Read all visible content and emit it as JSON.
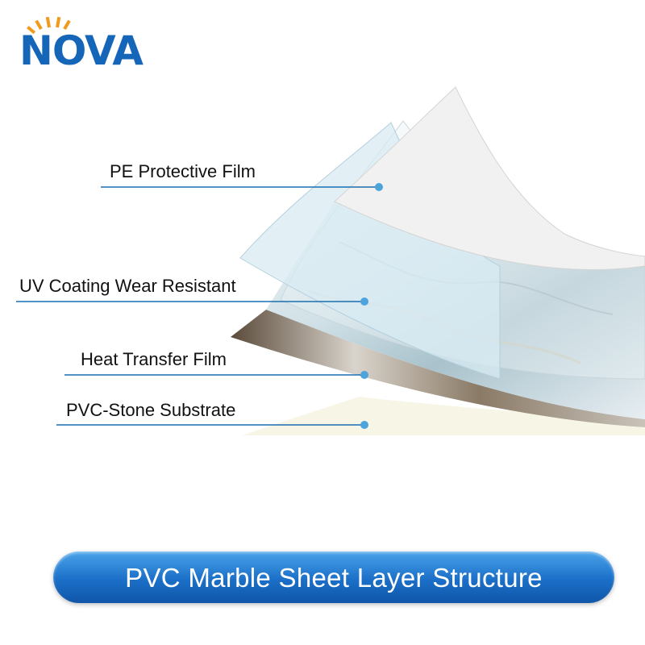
{
  "logo": {
    "wordmark": "NOVA",
    "icon": "sun-rays-icon"
  },
  "layers": [
    {
      "label": "PE Protective Film"
    },
    {
      "label": "UV Coating Wear Resistant"
    },
    {
      "label": "Heat Transfer Film"
    },
    {
      "label": "PVC-Stone Substrate"
    }
  ],
  "footer": {
    "title": "PVC Marble Sheet Layer Structure"
  },
  "colors": {
    "brand_blue": "#1565b8",
    "sun_orange": "#f29a1e",
    "leader_line": "#1a6fb0",
    "banner_blue": "#1b6fc8"
  }
}
